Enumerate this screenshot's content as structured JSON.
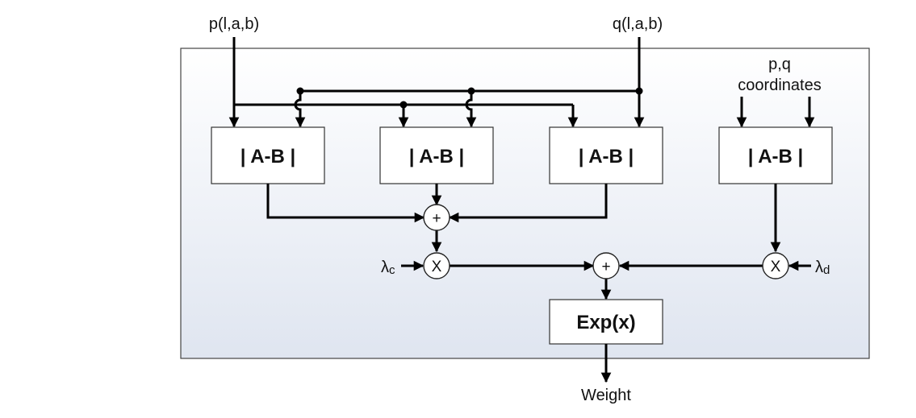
{
  "inputs": {
    "p": "p(l,a,b)",
    "q": "q(l,a,b)",
    "coords_line1": "p,q",
    "coords_line2": "coordinates"
  },
  "blocks": {
    "absdiff": [
      "| A-B |",
      "| A-B |",
      "| A-B |",
      "| A-B |"
    ],
    "exp": "Exp(x)"
  },
  "operators": {
    "sum": "+",
    "mul": "X"
  },
  "weights": {
    "lambda_c": "λ",
    "lambda_c_sub": "c",
    "lambda_d": "λ",
    "lambda_d_sub": "d"
  },
  "output": "Weight",
  "colors": {
    "panel_top": "#ffffff",
    "panel_bottom": "#dfe5f0",
    "line": "#000000"
  }
}
